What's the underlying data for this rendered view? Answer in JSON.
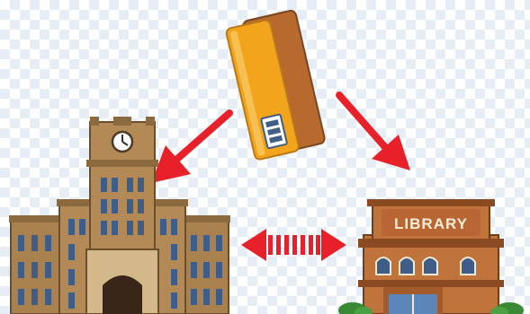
{
  "library": {
    "sign_text": "LIBRARY"
  },
  "icons": {
    "book": "book-icon",
    "university": "university-building-icon",
    "library": "library-building-icon",
    "arrows": [
      "arrow-book-to-university",
      "arrow-book-to-library",
      "double-arrow-university-library"
    ]
  },
  "colors": {
    "arrow": "#e8202a",
    "book_cover": "#f2a41c",
    "book_pages": "#b86a2e",
    "university_wall": "#a8814f",
    "library_wall": "#c0733a",
    "window": "#3f5d86"
  }
}
